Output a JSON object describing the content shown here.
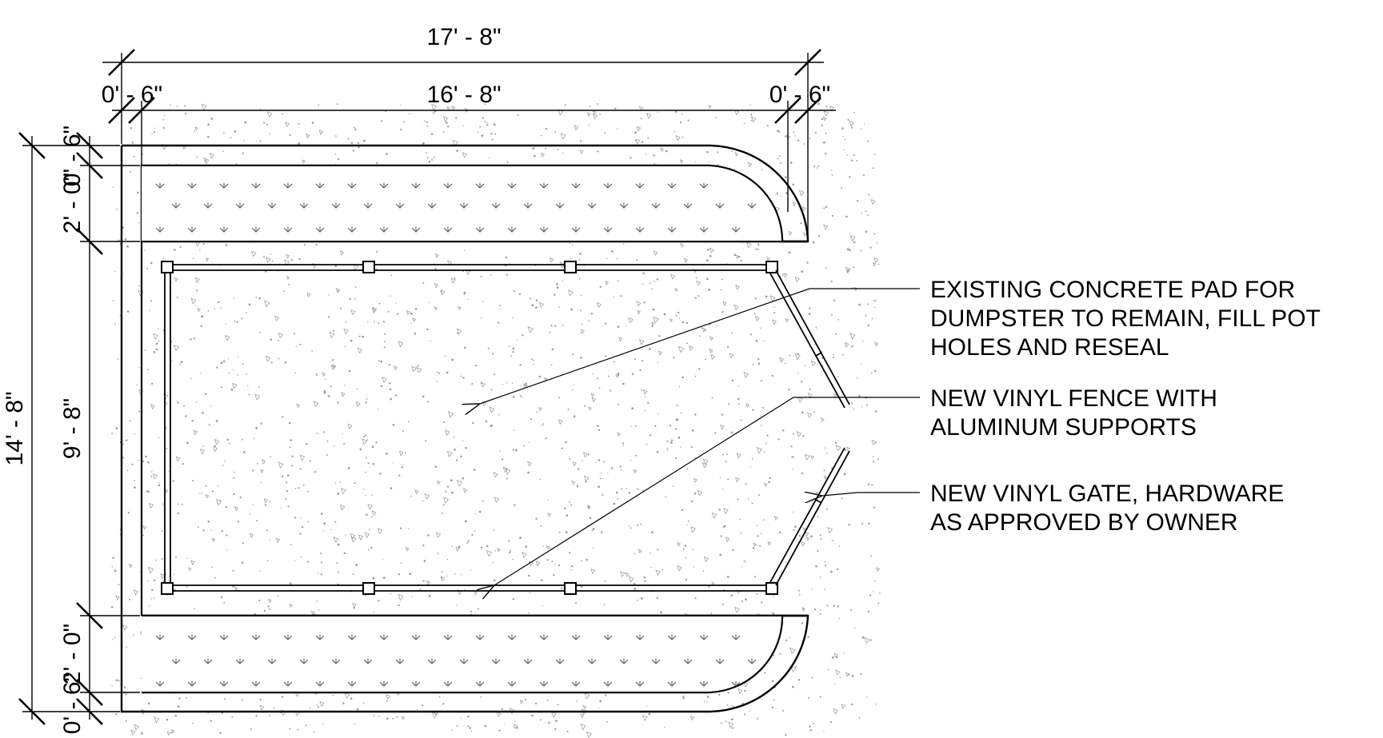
{
  "dimensions": {
    "overall_width": "17' - 8\"",
    "left_curb_width": "0' - 6\"",
    "inner_width": "16' - 8\"",
    "right_curb_width": "0' - 6\"",
    "overall_depth": "14' - 8\"",
    "top_curb": "0' - 6\"",
    "top_island": "2' - 0\"",
    "inner_depth": "9' - 8\"",
    "bottom_island": "2' - 0\"",
    "bottom_curb": "0' - 6\""
  },
  "notes": [
    {
      "lines": [
        "EXISTING CONCRETE PAD FOR",
        "DUMPSTER TO REMAIN, FILL POT",
        "HOLES AND RESEAL"
      ]
    },
    {
      "lines": [
        "NEW VINYL FENCE WITH",
        "ALUMINUM SUPPORTS"
      ]
    },
    {
      "lines": [
        "NEW VINYL GATE, HARDWARE",
        "AS APPROVED BY OWNER"
      ]
    }
  ]
}
